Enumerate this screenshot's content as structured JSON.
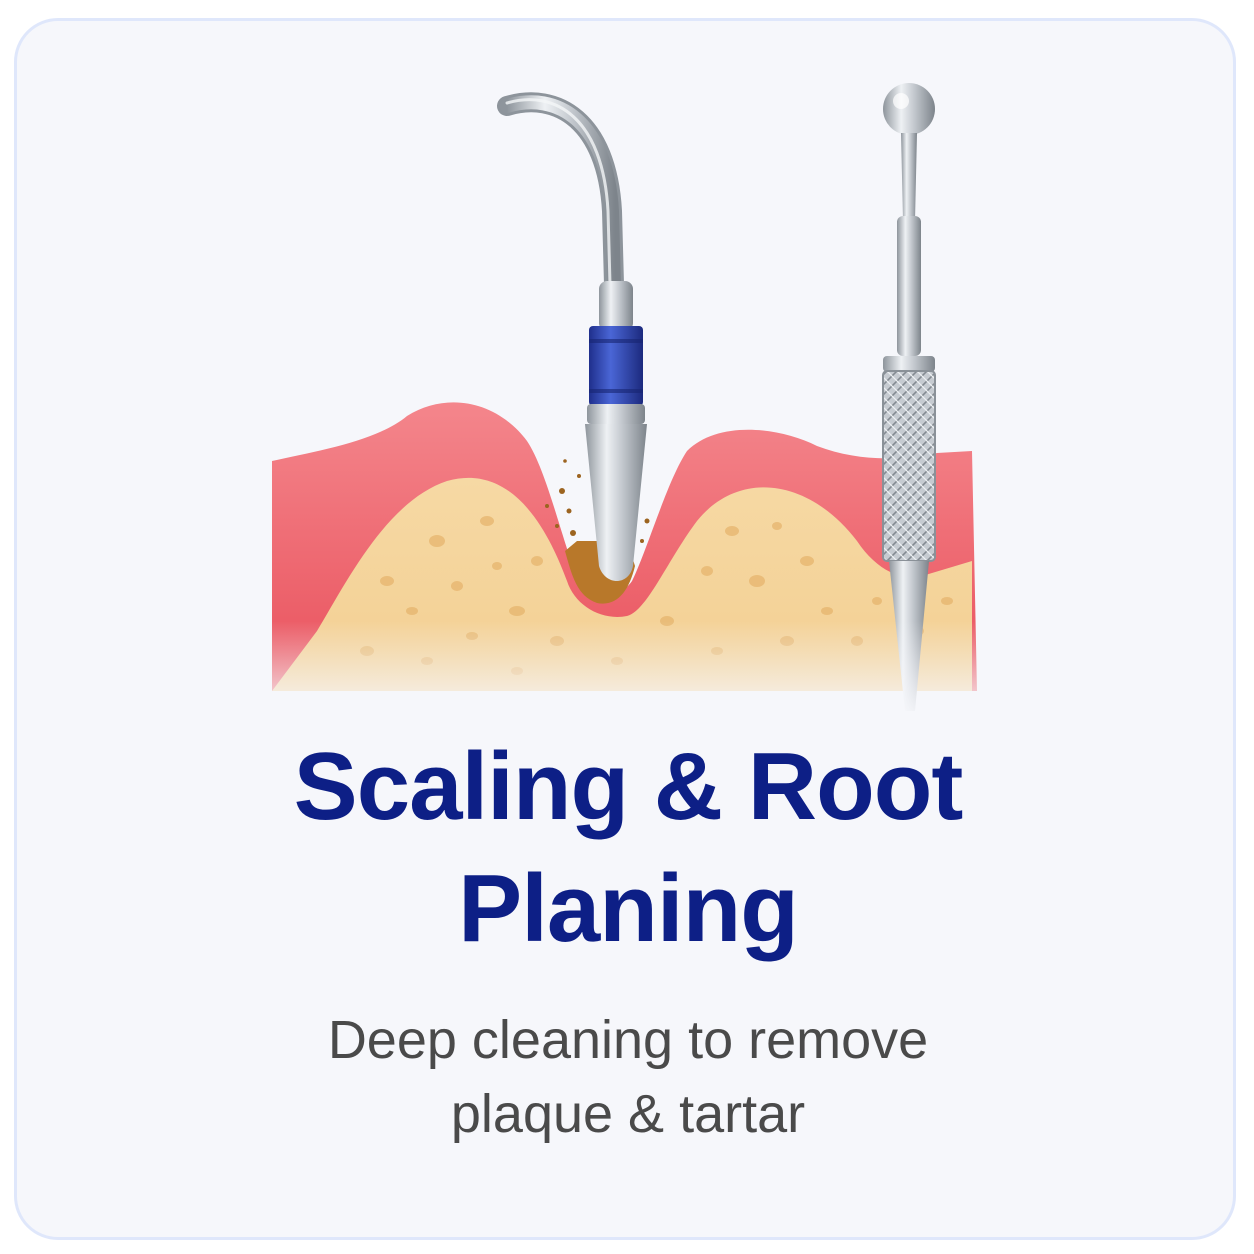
{
  "title": {
    "line1": "Scaling & Root",
    "line2": "Planing"
  },
  "subtitle": {
    "line1": "Deep cleaning to remove",
    "line2": "plaque & tartar"
  },
  "illustration": {
    "icons": [
      "ultrasonic-scaler-icon",
      "dental-probe-icon",
      "gum-icon",
      "bone-icon",
      "tartar-icon"
    ]
  },
  "colors": {
    "title": "#0d1f86",
    "subtitle": "#4a4a4a",
    "card_background": "#f6f7fb",
    "card_border": "#dfe7fb",
    "gum": "#f0646e",
    "bone": "#f3d29a",
    "scaler_band": "#2f49b8"
  }
}
